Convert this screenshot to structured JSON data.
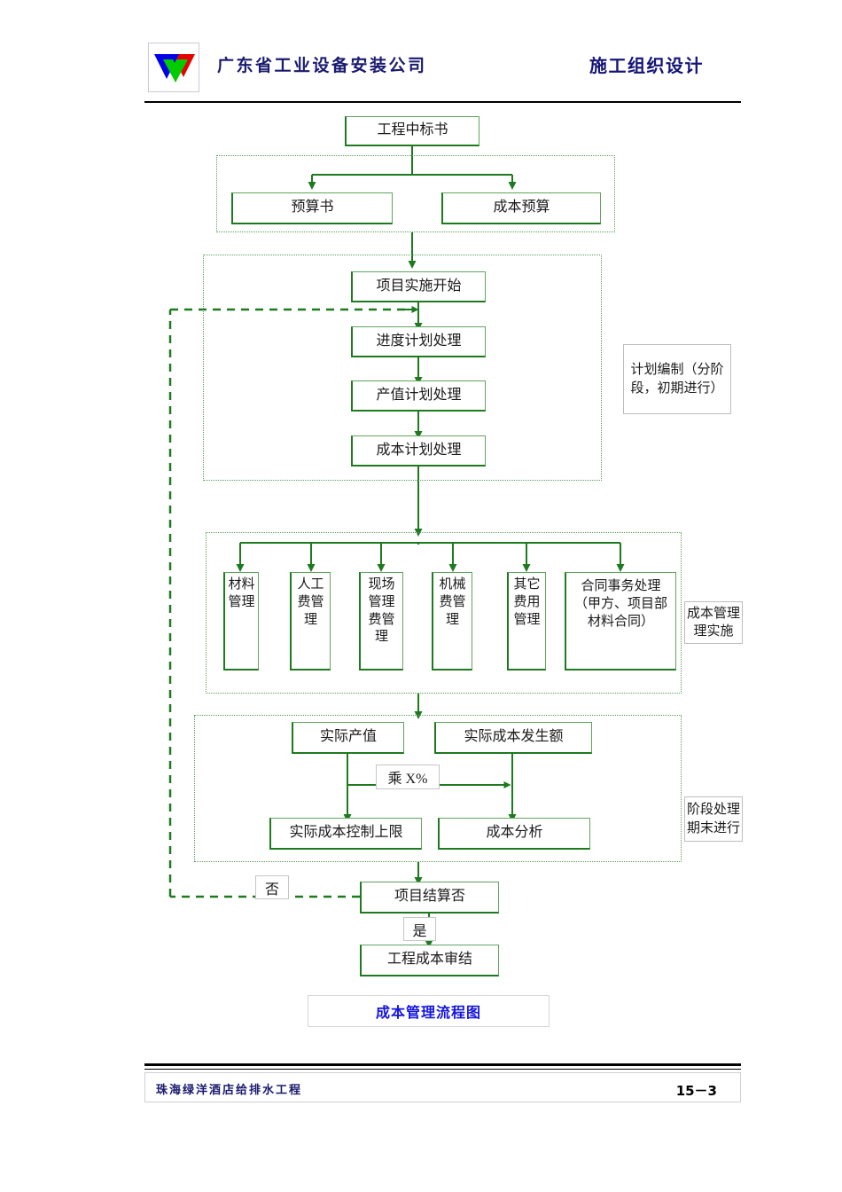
{
  "header": {
    "logo_name": "company-triangle-logo",
    "company": "广东省工业设备安装公司",
    "doc_kind": "施工组织设计"
  },
  "footer": {
    "project": "珠海绿洋酒店给排水工程",
    "page": "15－3"
  },
  "caption": "成本管理流程图",
  "nodes": {
    "bid": "工程中标书",
    "budget_book": "预算书",
    "cost_budget": "成本预算",
    "project_start": "项目实施开始",
    "schedule_plan": "进度计划处理",
    "output_plan": "产值计划处理",
    "cost_plan": "成本计划处理",
    "material_mgmt": "材料\n管理",
    "labor_mgmt": "人工\n费管\n理",
    "site_mgmt": "现场\n管理\n费管\n理",
    "machine_mgmt": "机械\n费管\n理",
    "other_mgmt": "其它\n费用\n管理",
    "contract_mgmt": "合同事务处理\n（甲方、项目部\n材料合同）",
    "actual_output": "实际产值",
    "actual_cost": "实际成本发生额",
    "cost_ceiling": "实际成本控制上限",
    "cost_analysis": "成本分析",
    "settle_decision": "项目结算否",
    "final_audit": "工程成本审结"
  },
  "side_labels": {
    "planning": "计划编制（分阶段，初期进行）",
    "cost_exec": "成本管理理实施",
    "stage_proc": "阶段处理期末进行"
  },
  "edge_labels": {
    "multiply": "乘 X%",
    "no": "否",
    "yes": "是"
  },
  "colors": {
    "flow_line": "#1e7a1e",
    "node_border_light": "#5fa55f",
    "node_border_dark": "#1e7a1e",
    "group_frame": "#5a9e5a",
    "caption_text": "#1414e0",
    "header_text": "#1a1a6e"
  }
}
